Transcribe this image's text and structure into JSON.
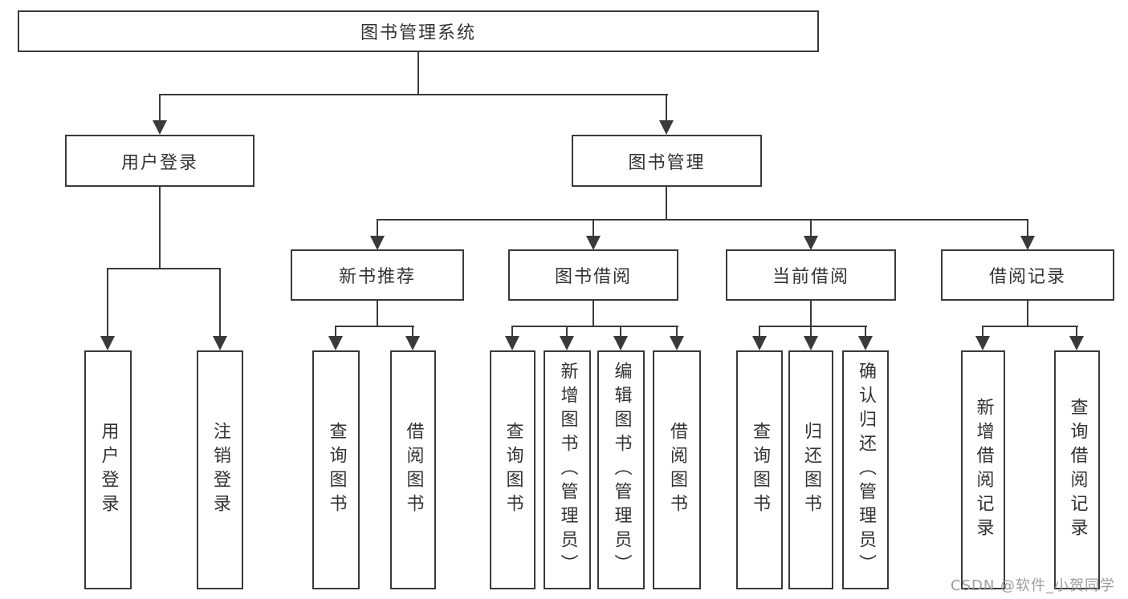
{
  "diagram": {
    "root": "图书管理系统",
    "branches": {
      "user_login": "用户登录",
      "book_mgmt": "图书管理"
    },
    "modules": [
      "新书推荐",
      "图书借阅",
      "当前借阅",
      "借阅记录"
    ],
    "leaves": {
      "user_login": [
        "用户登录",
        "注销登录"
      ],
      "new_books": [
        "查询图书",
        "借阅图书"
      ],
      "book_borrow": [
        "查询图书",
        "新增图书（管理员）",
        "编辑图书（管理员）",
        "借阅图书"
      ],
      "current_borrow": [
        "查询图书",
        "归还图书",
        "确认归还（管理员）"
      ],
      "borrow_records": [
        "新增借阅记录",
        "查询借阅记录"
      ]
    }
  },
  "watermark": "CSDN @软件_小贺同学",
  "colors": {
    "line": "#3a3a3a",
    "text": "#333333",
    "box_background": "#ffffff",
    "watermark": "#9d9d9d",
    "page_background": "#ffffff"
  }
}
